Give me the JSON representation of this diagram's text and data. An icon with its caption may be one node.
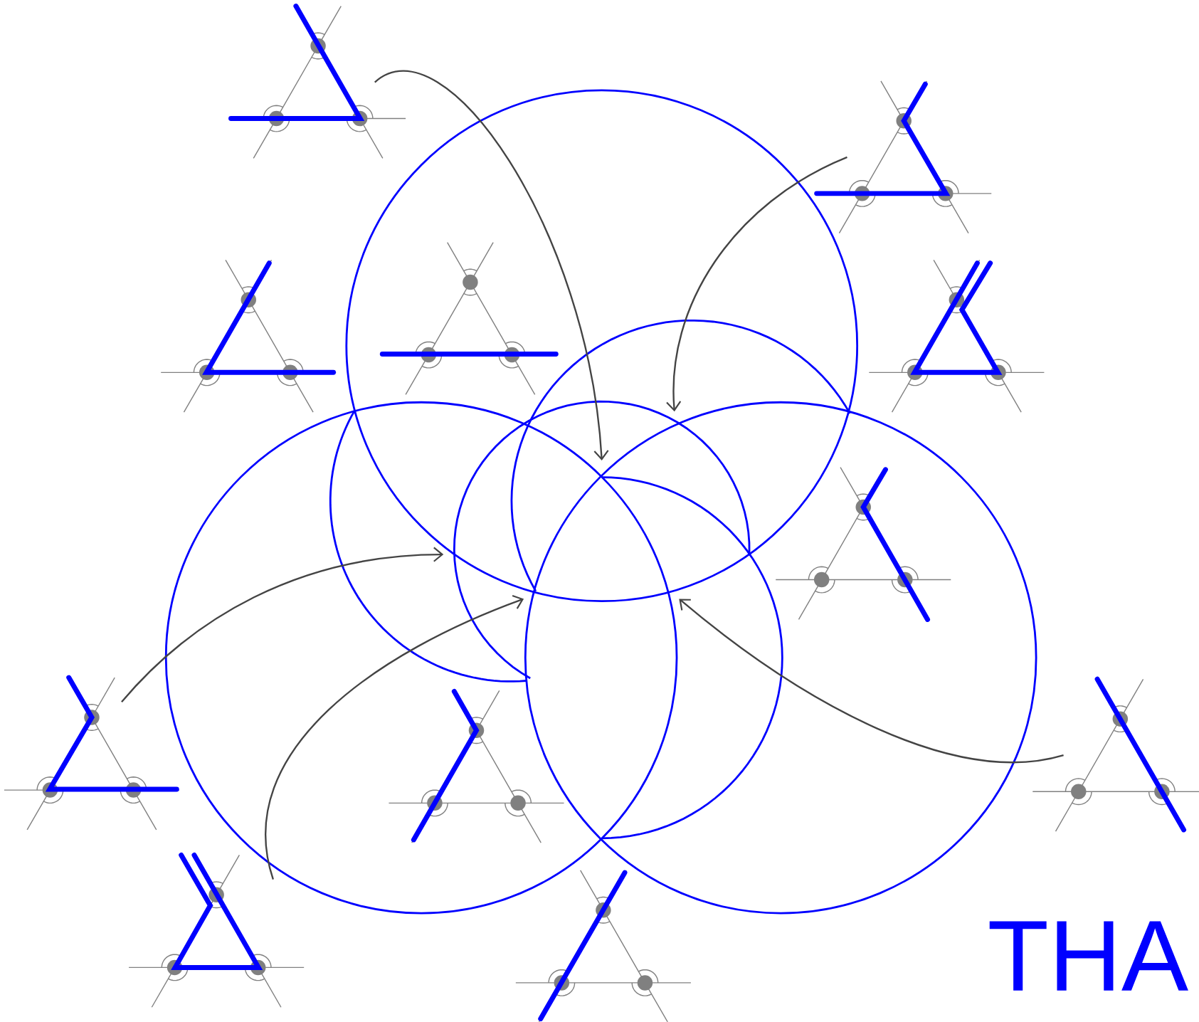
{
  "diagram": {
    "nodes": [
      {
        "text": [],
        "shape": "picture"
      },
      {
        "text": [],
        "shape": "picture"
      },
      {
        "text": [],
        "shape": "picture"
      },
      {
        "text": [],
        "shape": "picture"
      },
      {
        "text": [],
        "shape": "picture"
      },
      {
        "text": [],
        "shape": "picture"
      },
      {
        "text": [],
        "shape": "picture"
      },
      {
        "text": [],
        "shape": "picture"
      },
      {
        "text": [],
        "shape": "picture"
      },
      {
        "text": [],
        "shape": "picture"
      },
      {
        "text": [],
        "shape": "picture"
      }
    ],
    "edges": [
      {
        "from": 0,
        "to": null,
        "arrow": "to"
      },
      {
        "from": 1,
        "to": null,
        "arrow": "to"
      },
      {
        "from": 6,
        "to": null,
        "arrow": "to"
      },
      {
        "from": 9,
        "to": null,
        "arrow": "to"
      },
      {
        "from": 8,
        "to": null,
        "arrow": "to"
      }
    ],
    "labels": [
      "THA"
    ]
  }
}
